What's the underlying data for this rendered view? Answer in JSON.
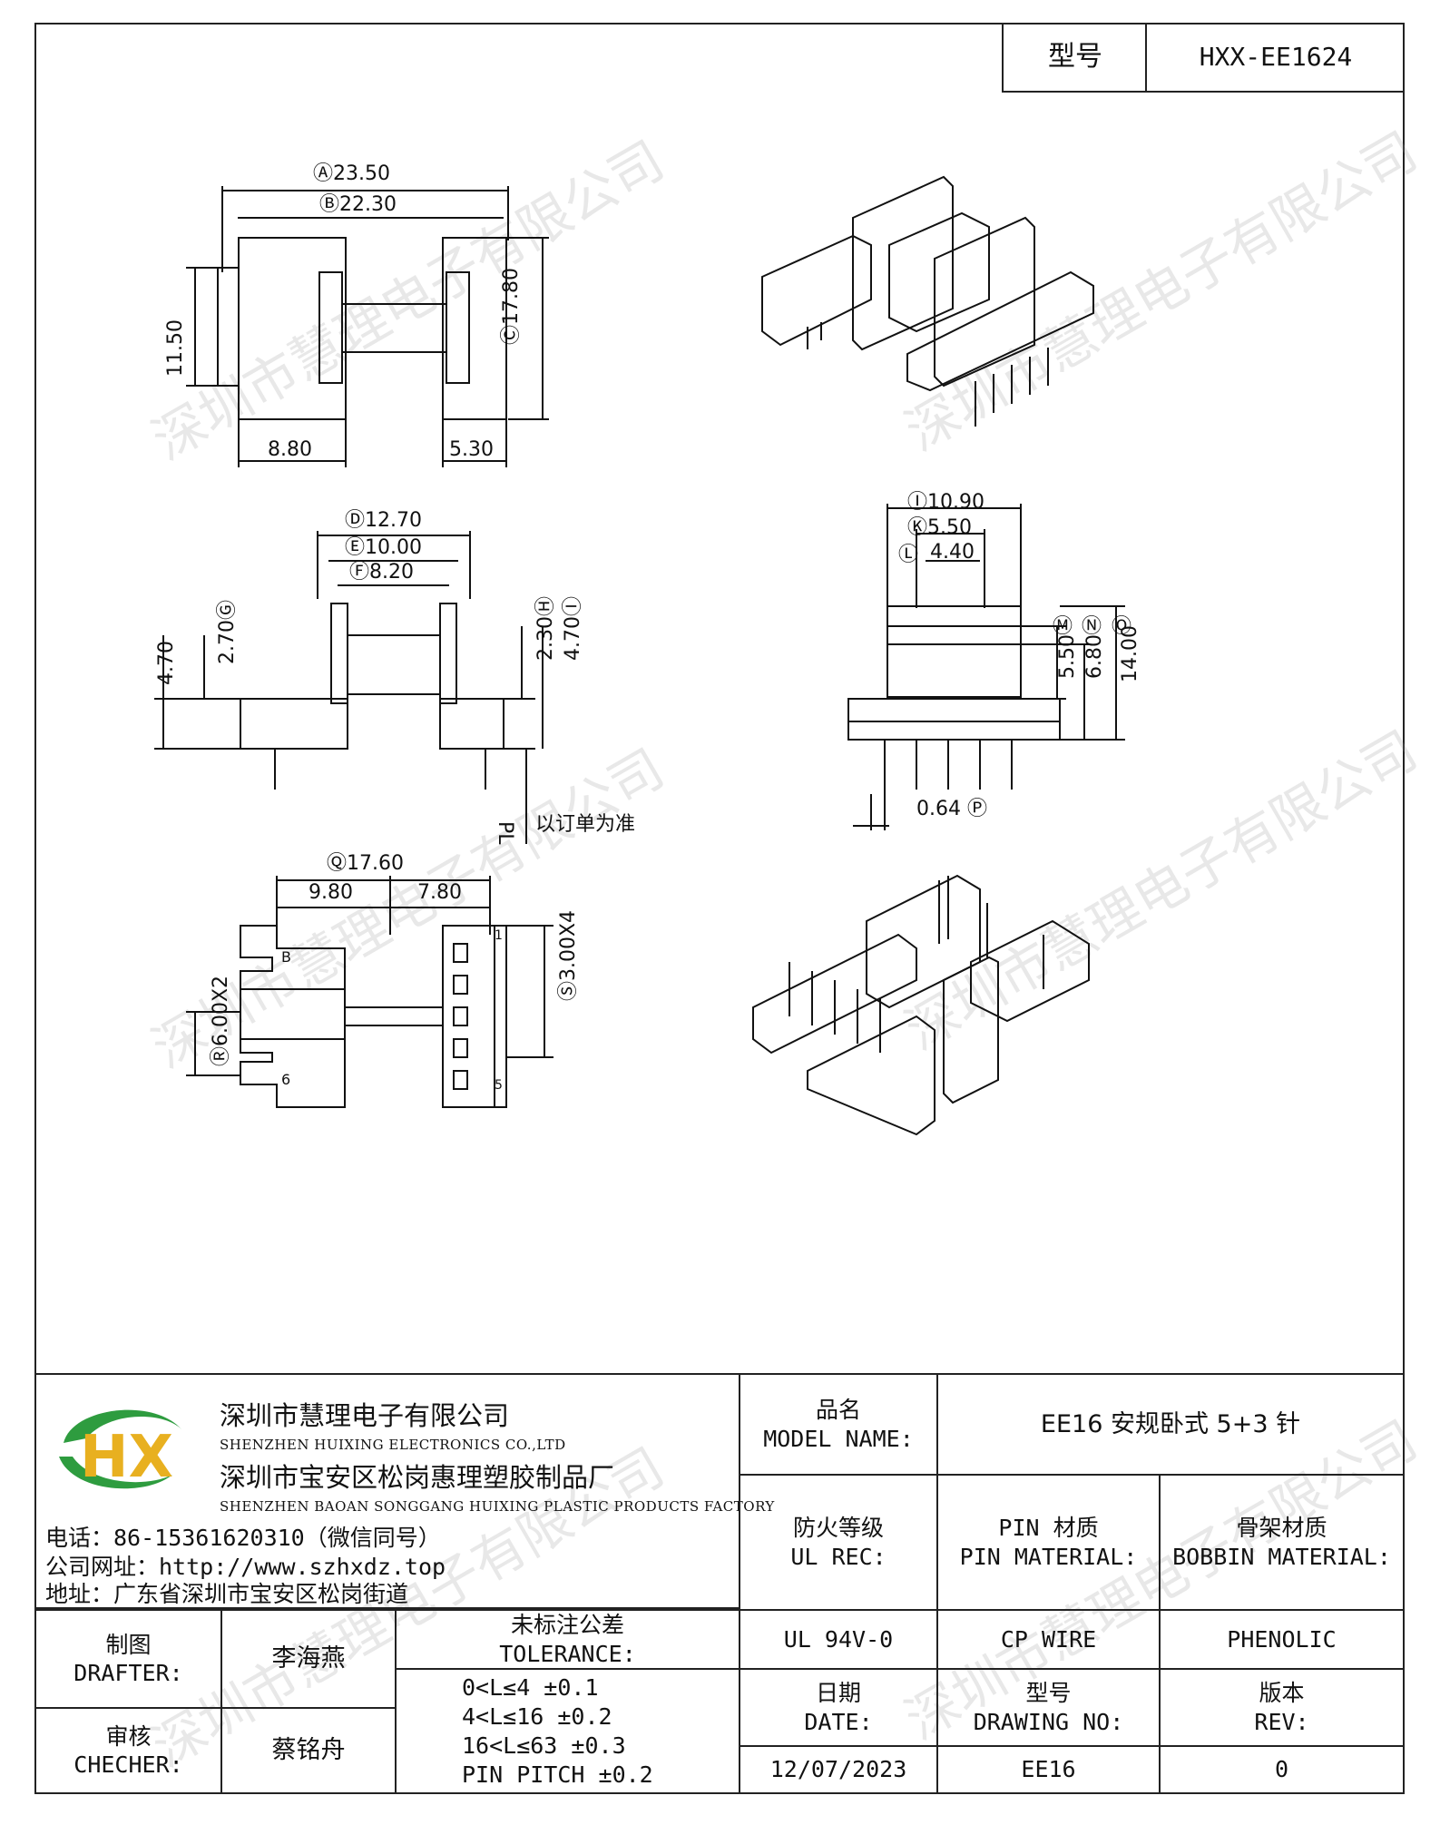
{
  "header": {
    "model_label": "型号",
    "model_value": "HXX-EE1624"
  },
  "drawing": {
    "top_view": {
      "dim_a": "Ⓐ23.50",
      "dim_b": "Ⓑ22.30",
      "dim_c": "Ⓒ17.80",
      "dim_left": "11.50",
      "dim_8_80": "8.80",
      "dim_5_30": "5.30"
    },
    "side_view": {
      "dim_d": "Ⓓ12.70",
      "dim_e": "Ⓔ10.00",
      "dim_f": "Ⓕ8.20",
      "dim_4_70_left": "4.70",
      "dim_g": "2.70Ⓖ",
      "dim_h": "2.30Ⓗ",
      "dim_i": "4.70Ⓘ",
      "dim_pl": "PL",
      "pl_note": "以订单为准"
    },
    "front_view": {
      "dim_i": "Ⓘ10.90",
      "dim_k": "Ⓚ5.50",
      "dim_l": "Ⓛ",
      "dim_4_40": "4.40",
      "dim_m": "Ⓜ",
      "dim_n": "Ⓝ",
      "dim_o": "Ⓞ",
      "dim_5_50": "5.50",
      "dim_6_80": "6.80",
      "dim_14_00": "14.00",
      "dim_p": "0.64 Ⓟ"
    },
    "bottom_view": {
      "dim_q": "Ⓠ17.60",
      "dim_9_80": "9.80",
      "dim_7_80": "7.80",
      "dim_s": "Ⓢ3.00X4",
      "dim_r": "Ⓡ6.00X2",
      "pin_b": "B",
      "pin_6": "6",
      "pin_1": "1",
      "pin_5": "5"
    }
  },
  "watermark": "深圳市慧理电子有限公司",
  "company": {
    "logo_letters": "HX",
    "name_cn": "深圳市慧理电子有限公司",
    "name_en": "SHENZHEN HUIXING ELECTRONICS CO.,LTD",
    "factory_cn": "深圳市宝安区松岗惠理塑胶制品厂",
    "factory_en": "SHENZHEN BAOAN SONGGANG HUIXING PLASTIC PRODUCTS FACTORY",
    "phone": "电话：86-15361620310（微信同号）",
    "website": "公司网址：http://www.szhxdz.top",
    "address": "地址：广东省深圳市宝安区松岗街道"
  },
  "title_block": {
    "model_name_cn": "品名",
    "model_name_en": "MODEL NAME:",
    "model_name_value": "EE16 安规卧式 5+3 针",
    "ul_cn": "防火等级",
    "ul_en": "UL REC:",
    "pin_mat_cn": "PIN 材质",
    "pin_mat_en": "PIN MATERIAL:",
    "bobbin_mat_cn": "骨架材质",
    "bobbin_mat_en": "BOBBIN MATERIAL:",
    "ul_value": "UL 94V-0",
    "pin_mat_value": "CP WIRE",
    "bobbin_mat_value": "PHENOLIC",
    "drafter_cn": "制图",
    "drafter_en": "DRAFTER:",
    "drafter_name": "李海燕",
    "checker_cn": "审核",
    "checker_en": "CHECHER:",
    "checker_name": "蔡铭舟",
    "tolerance_cn": "未标注公差",
    "tolerance_en": "TOLERANCE:",
    "tolerance_lines": [
      "0<L≤4  ±0.1",
      "4<L≤16 ±0.2",
      "16<L≤63 ±0.3",
      "PIN PITCH ±0.2"
    ],
    "date_cn": "日期",
    "date_en": "DATE:",
    "drawing_no_cn": "型号",
    "drawing_no_en": "DRAWING NO:",
    "rev_cn": "版本",
    "rev_en": "REV:",
    "date_value": "12/07/2023",
    "drawing_no_value": "EE16",
    "rev_value": "0"
  }
}
